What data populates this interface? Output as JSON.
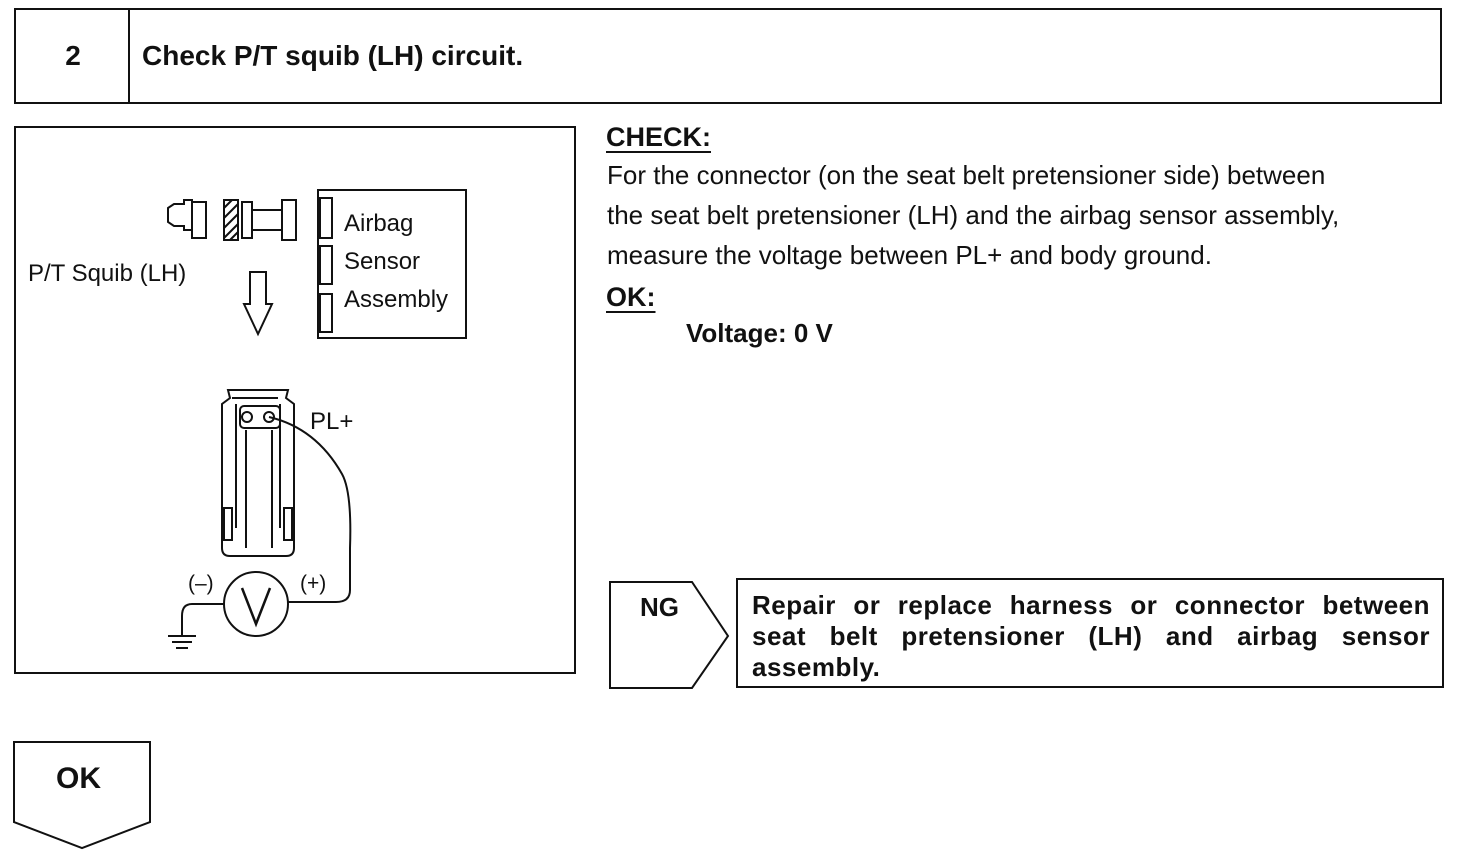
{
  "step": {
    "number": "2",
    "title": "Check P/T squib (LH) circuit."
  },
  "diagram": {
    "squib_label": "P/T Squib (LH)",
    "ecu_label_line1": "Airbag",
    "ecu_label_line2": "Sensor",
    "ecu_label_line3": "Assembly",
    "terminal_label": "PL+",
    "minus_label": "(–)",
    "plus_label": "(+)",
    "meter_label": "V"
  },
  "check": {
    "heading": "CHECK:",
    "lines": [
      "For the connector (on the seat belt pretensioner side) between",
      "the seat belt pretensioner (LH) and the airbag sensor assembly,",
      "measure the voltage between PL+ and body ground."
    ]
  },
  "ok": {
    "heading": "OK:",
    "spec": "Voltage: 0 V"
  },
  "ng_branch": {
    "label": "NG",
    "action": "Repair or replace harness or connector between seat belt pretensioner (LH) and airbag sensor assembly."
  },
  "ok_branch": {
    "label": "OK"
  }
}
